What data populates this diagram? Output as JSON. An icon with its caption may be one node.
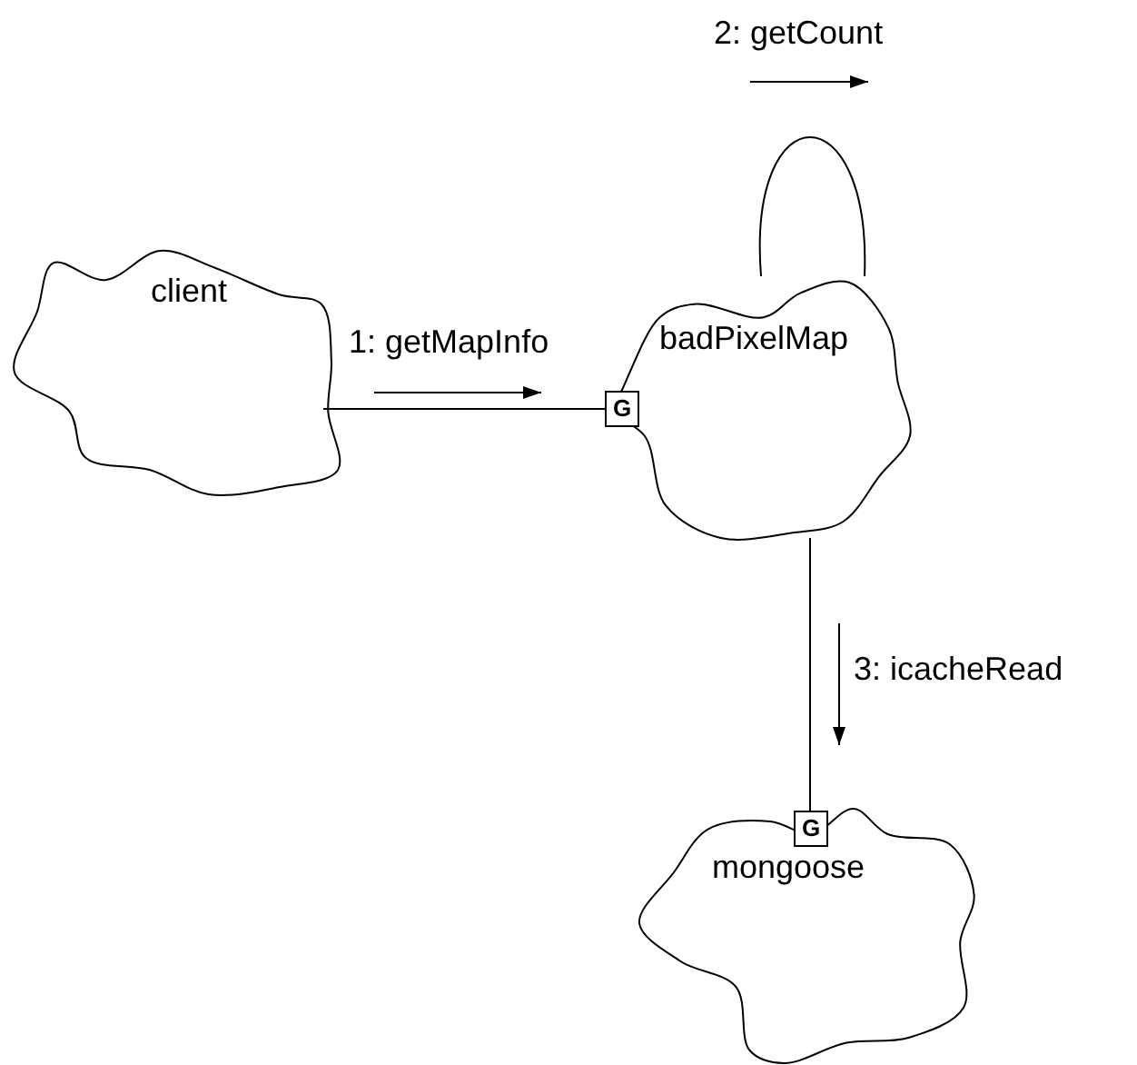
{
  "diagram": {
    "nodes": [
      {
        "text": [
          "client"
        ]
      },
      {
        "text": [
          "badPixelMap"
        ]
      },
      {
        "text": [
          "mongoose"
        ]
      }
    ],
    "edges": [
      {
        "from": 0,
        "to": 1,
        "arrow": "none",
        "label": "1: getMapInfo"
      },
      {
        "from": 1,
        "to": 1,
        "arrow": "none",
        "label": "2: getCount"
      },
      {
        "from": 1,
        "to": 2,
        "arrow": "none",
        "label": "3: icacheRead"
      }
    ],
    "labels": [
      "G",
      "G"
    ]
  }
}
